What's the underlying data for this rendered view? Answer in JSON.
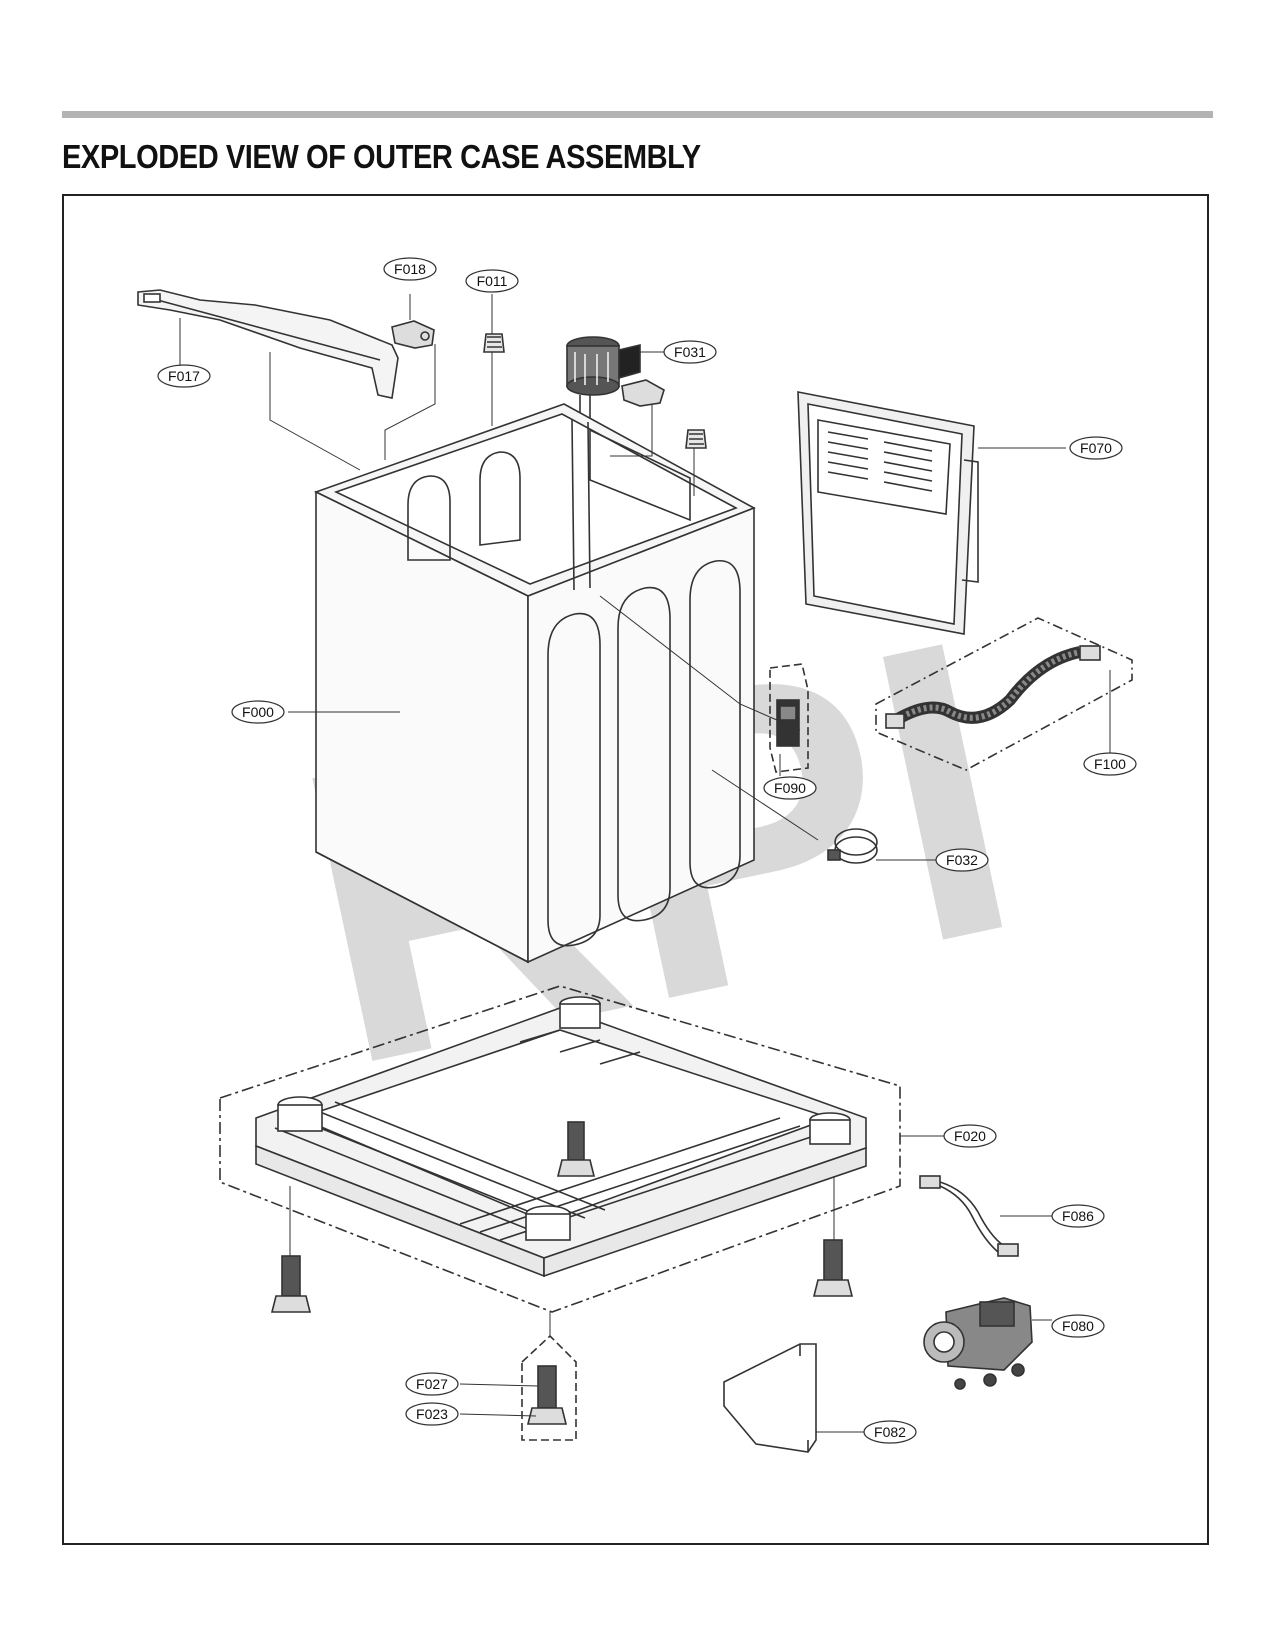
{
  "header": {
    "title": "EXPLODED VIEW OF OUTER CASE ASSEMBLY"
  },
  "watermark": {
    "text": "RPI",
    "color": "#d9d9d9"
  },
  "colors": {
    "rule": "#b3b3b3",
    "frame": "#222222",
    "line": "#333333"
  },
  "callouts": {
    "f000": "F000",
    "f011": "F011",
    "f017": "F017",
    "f018": "F018",
    "f020": "F020",
    "f023": "F023",
    "f027": "F027",
    "f031": "F031",
    "f032": "F032",
    "f070": "F070",
    "f080": "F080",
    "f082": "F082",
    "f086": "F086",
    "f090": "F090",
    "f100": "F100"
  }
}
